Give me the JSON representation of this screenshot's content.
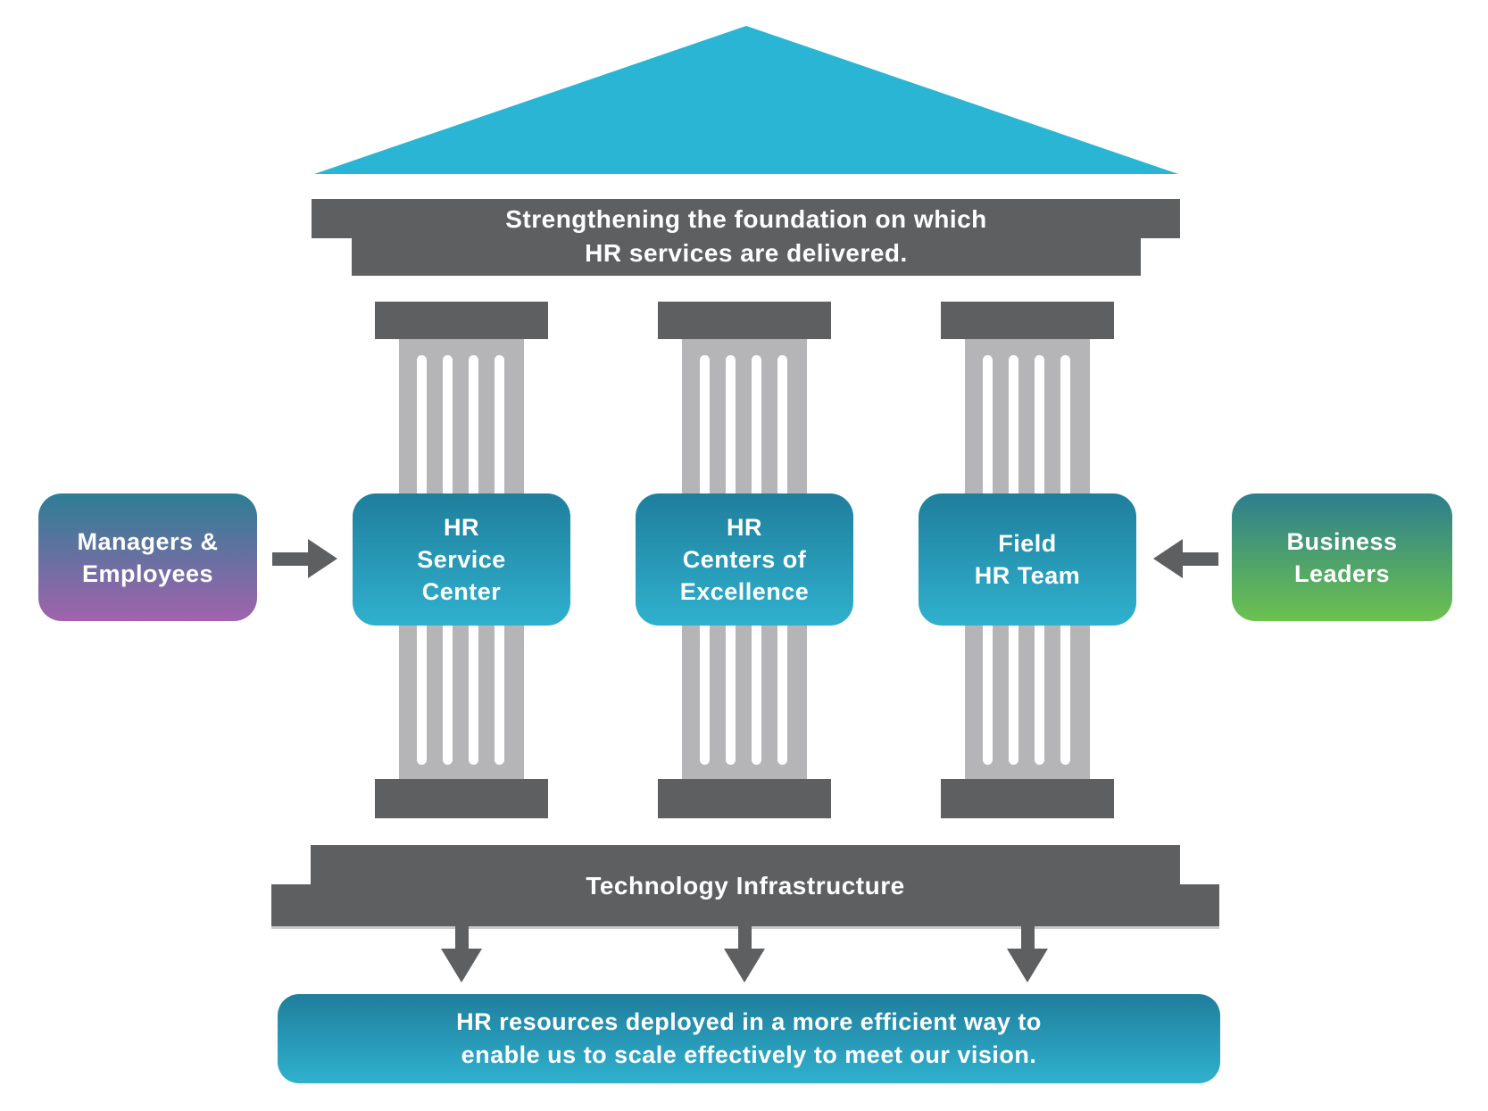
{
  "palette": {
    "roof_teal": "#2ab5d4",
    "stone_dark": "#5e5f61",
    "stone_light": "#b5b5b7",
    "pillar_box_top": "#1f7e9c",
    "pillar_box_bottom": "#2fb1ce",
    "side_teal_top": "#2d7e95",
    "side_teal_green_top": "#2d7e8e",
    "purple_bottom": "#a263ac",
    "green_bottom": "#6cc24e",
    "text_white": "#ffffff"
  },
  "entablature": {
    "line1": "Strengthening the foundation on which",
    "line2": "HR services are delivered."
  },
  "actors": {
    "managers": {
      "line1": "Managers &",
      "line2": "Employees"
    },
    "business": {
      "line1": "Business",
      "line2": "Leaders"
    }
  },
  "pillars": [
    {
      "id": "hr-service-center",
      "line1": "HR",
      "line2": "Service",
      "line3": "Center"
    },
    {
      "id": "hr-centers-of-excellence",
      "line1": "HR",
      "line2": "Centers of",
      "line3": "Excellence"
    },
    {
      "id": "field-hr-team",
      "line1": "Field",
      "line2": "HR Team",
      "line3": ""
    }
  ],
  "foundation": {
    "label": "Technology Infrastructure"
  },
  "outcome": {
    "line1": "HR resources deployed in a more efficient way to",
    "line2": "enable us to scale effectively to meet our vision."
  }
}
